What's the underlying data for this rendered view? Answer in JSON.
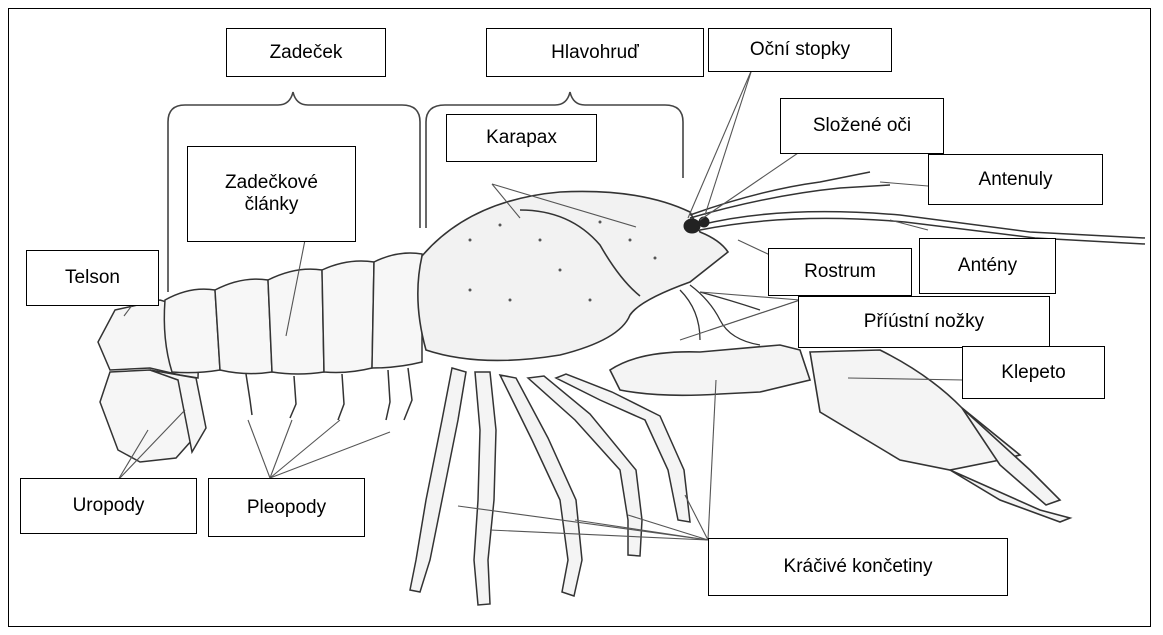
{
  "labels": {
    "zadecek": "Zadeček",
    "hlavohrud": "Hlavohruď",
    "ocni_stopky": "Oční stopky",
    "slozene_oci": "Složené oči",
    "karapax": "Karapax",
    "antenuly": "Antenuly",
    "zadeckove_clanky": "Zadečkové\nčlánky",
    "telson": "Telson",
    "rostrum": "Rostrum",
    "anteny": "Antény",
    "priustni_nozky": "Příústní nožky",
    "klepeto": "Klepeto",
    "uropody": "Uropody",
    "pleopody": "Pleopody",
    "kracive_koncetiny": "Kráčivé končetiny"
  },
  "colors": {
    "outline": "#000000",
    "drawing": "#333333",
    "shading": "#dcdcdc",
    "leader_lines": "#555555"
  }
}
